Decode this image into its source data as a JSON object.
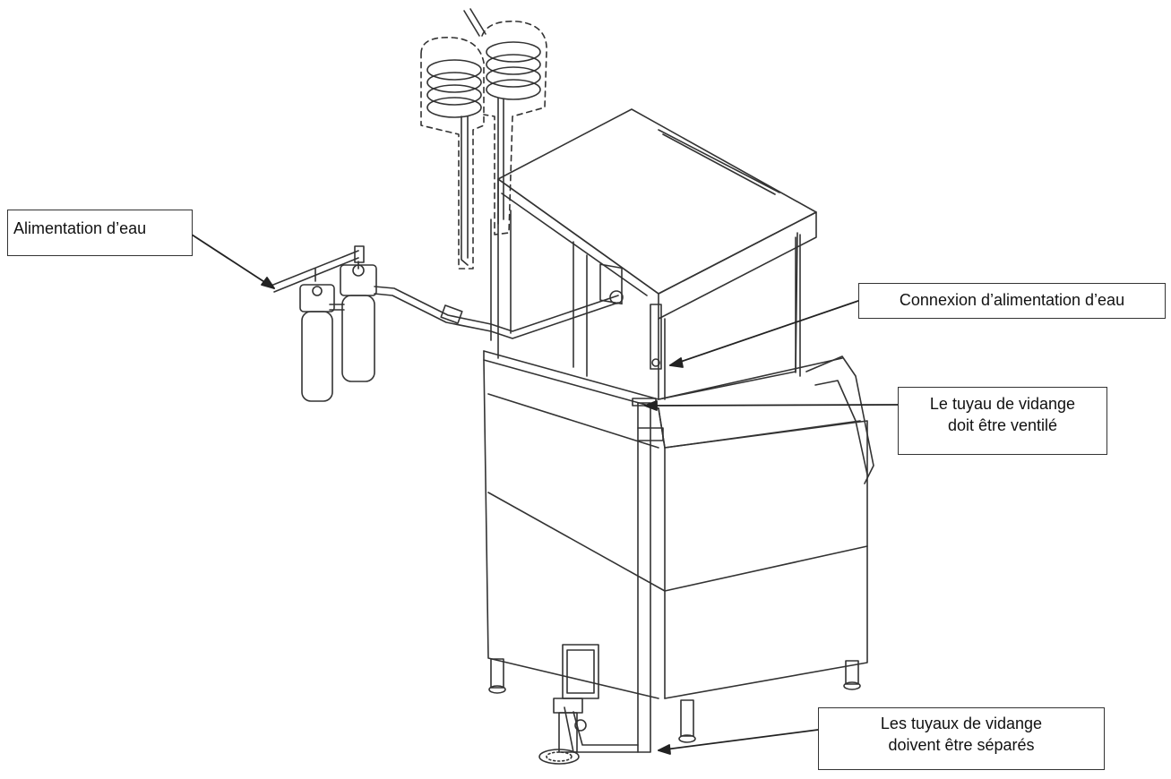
{
  "callouts": {
    "water_supply": "Alimentation d’eau",
    "water_connection": "Connexion d’alimentation d’eau",
    "drain_vented_line1": "Le tuyau de vidange",
    "drain_vented_line2": "doit être ventilé",
    "drains_separate_line1": "Les tuyaux de vidange",
    "drains_separate_line2": "doivent être séparés"
  },
  "colors": {
    "line": "#333333",
    "background": "#ffffff"
  }
}
